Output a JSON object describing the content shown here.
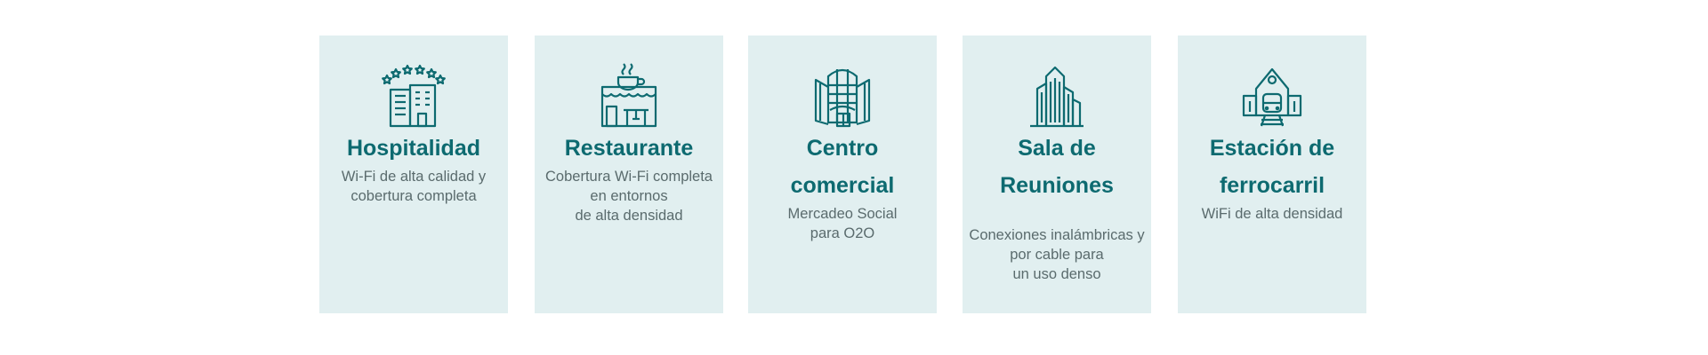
{
  "cards": [
    {
      "icon": "hotel-building-icon",
      "title_lines": [
        "Hospitalidad"
      ],
      "description": "Wi-Fi de alta calidad y\ncobertura completa"
    },
    {
      "icon": "restaurant-coffee-icon",
      "title_lines": [
        "Restaurante"
      ],
      "description": "Cobertura Wi-Fi completa\nen entornos\nde alta densidad"
    },
    {
      "icon": "shopping-mall-icon",
      "title_lines": [
        "Centro",
        "comercial"
      ],
      "description": "Mercadeo Social\npara O2O"
    },
    {
      "icon": "meeting-tower-icon",
      "title_lines": [
        "Sala de",
        "Reuniones"
      ],
      "description": "Conexiones inalámbricas y\npor cable para\nun uso denso"
    },
    {
      "icon": "train-station-icon",
      "title_lines": [
        "Estación de",
        "ferrocarril"
      ],
      "description": "WiFi de alta densidad"
    }
  ],
  "colors": {
    "card_background": "#e1eff0",
    "title": "#0d6a70",
    "icon_stroke": "#0d6a70",
    "description": "#5a6b6d"
  }
}
